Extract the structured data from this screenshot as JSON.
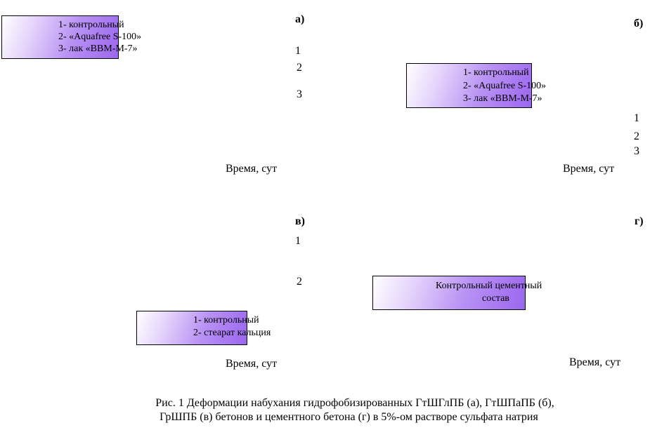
{
  "chart_data": [
    {
      "panel": "а)",
      "xlabel": "Время, сут",
      "curve_labels": [
        "1",
        "2",
        "3"
      ],
      "legend": [
        "1- контрольный",
        "2- «Aquafree S-100»",
        "3- лак «ВВМ-М-7»"
      ]
    },
    {
      "panel": "б)",
      "xlabel": "Время, сут",
      "curve_labels": [
        "1",
        "2",
        "3"
      ],
      "legend": [
        "1- контрольный",
        "2- «Aquafree S-100»",
        "3- лак «ВВМ-М-7»"
      ]
    },
    {
      "panel": "в)",
      "xlabel": "Время, сут",
      "curve_labels": [
        "1",
        "2"
      ],
      "legend": [
        "1- контрольный",
        "2- стеарат кальция"
      ]
    },
    {
      "panel": "г)",
      "xlabel": "Время, сут",
      "curve_labels": [],
      "legend": [
        "Контрольный цементный",
        "состав"
      ]
    }
  ],
  "caption": {
    "line1": "Рис. 1   Деформации набухания гидрофобизированных ГтШГлПБ (а), ГтШПаПБ (б),",
    "line2": "ГрШПБ (в) бетонов и цементного бетона (г) в 5%-ом растворе сульфата натрия"
  }
}
